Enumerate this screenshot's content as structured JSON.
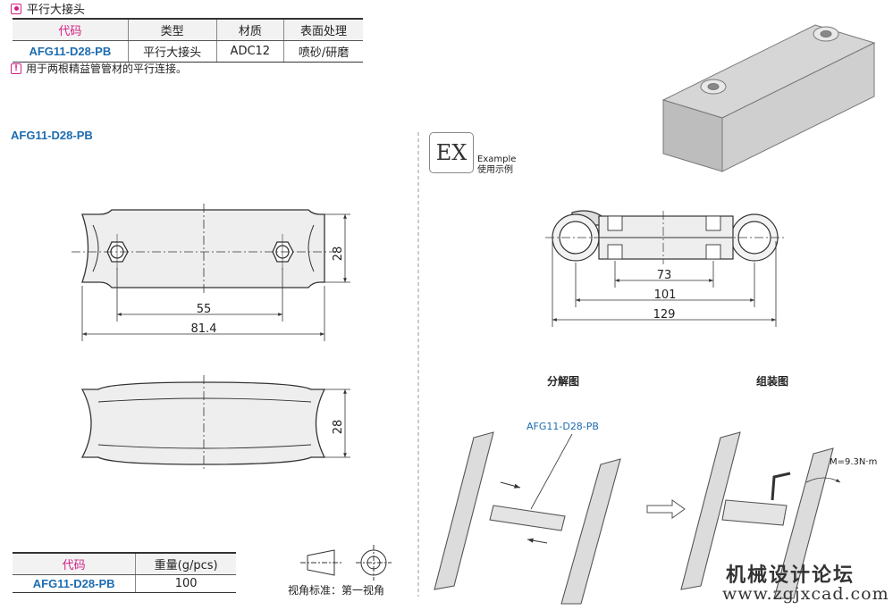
{
  "header": {
    "title": "平行大接头"
  },
  "spec_table": {
    "headers": [
      "代码",
      "类型",
      "材质",
      "表面处理"
    ],
    "row": [
      "AFG11-D28-PB",
      "平行大接头",
      "ADC12",
      "喷砂/研磨"
    ]
  },
  "note": "用于两根精益管管材的平行连接。",
  "part_label": "AFG11-D28-PB",
  "dims": {
    "top_width": "81.4",
    "top_hole": "55",
    "top_height": "28",
    "side_height": "28"
  },
  "example": {
    "badge": "EX",
    "en": "Example",
    "cn": "使用示例"
  },
  "example_dims": {
    "d1": "73",
    "d2": "101",
    "d3": "129"
  },
  "captions": {
    "exploded": "分解图",
    "assembled": "组装图"
  },
  "callout": "AFG11-D28-PB",
  "torque": "M=9.3N·m",
  "weight_table": {
    "headers": [
      "代码",
      "重量(g/pcs)"
    ],
    "row": [
      "AFG11-D28-PB",
      "100"
    ]
  },
  "view_standard": "视角标准：第一视角",
  "watermark": {
    "line1": "机械设计论坛",
    "line2": "www.zgjxcad.com"
  },
  "colors": {
    "accent": "#d21f86",
    "code_blue": "#1c6cb0"
  }
}
